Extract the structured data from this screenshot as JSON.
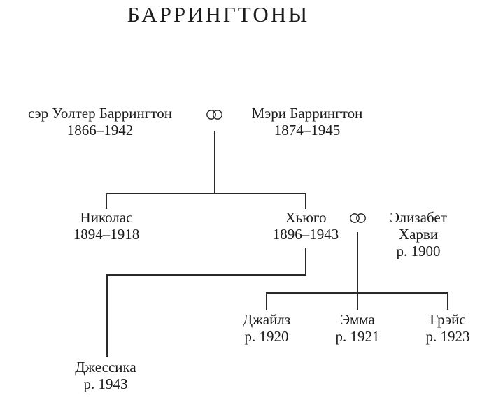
{
  "title": "БАРРИНГТОНЫ",
  "tree": {
    "gen1": {
      "walter": {
        "name": "сэр Уолтер Баррингтон",
        "dates": "1866–1942"
      },
      "mary": {
        "name": "Мэри Баррингтон",
        "dates": "1874–1945"
      }
    },
    "gen2": {
      "nicholas": {
        "name": "Николас",
        "dates": "1894–1918"
      },
      "hugo": {
        "name": "Хьюго",
        "dates": "1896–1943"
      },
      "elizabeth": {
        "name_line1": "Элизабет",
        "name_line2": "Харви",
        "dates": "р. 1900"
      }
    },
    "gen3": {
      "giles": {
        "name": "Джайлз",
        "dates": "р. 1920"
      },
      "emma": {
        "name": "Эмма",
        "dates": "р. 1921"
      },
      "grace": {
        "name": "Грэйс",
        "dates": "р. 1923"
      },
      "jessica": {
        "name": "Джессика",
        "dates": "р. 1943"
      }
    },
    "marriage_icon": "interlocked-rings"
  },
  "colors": {
    "text": "#1c1c1c",
    "line": "#2a2a2a",
    "background": "#ffffff"
  }
}
